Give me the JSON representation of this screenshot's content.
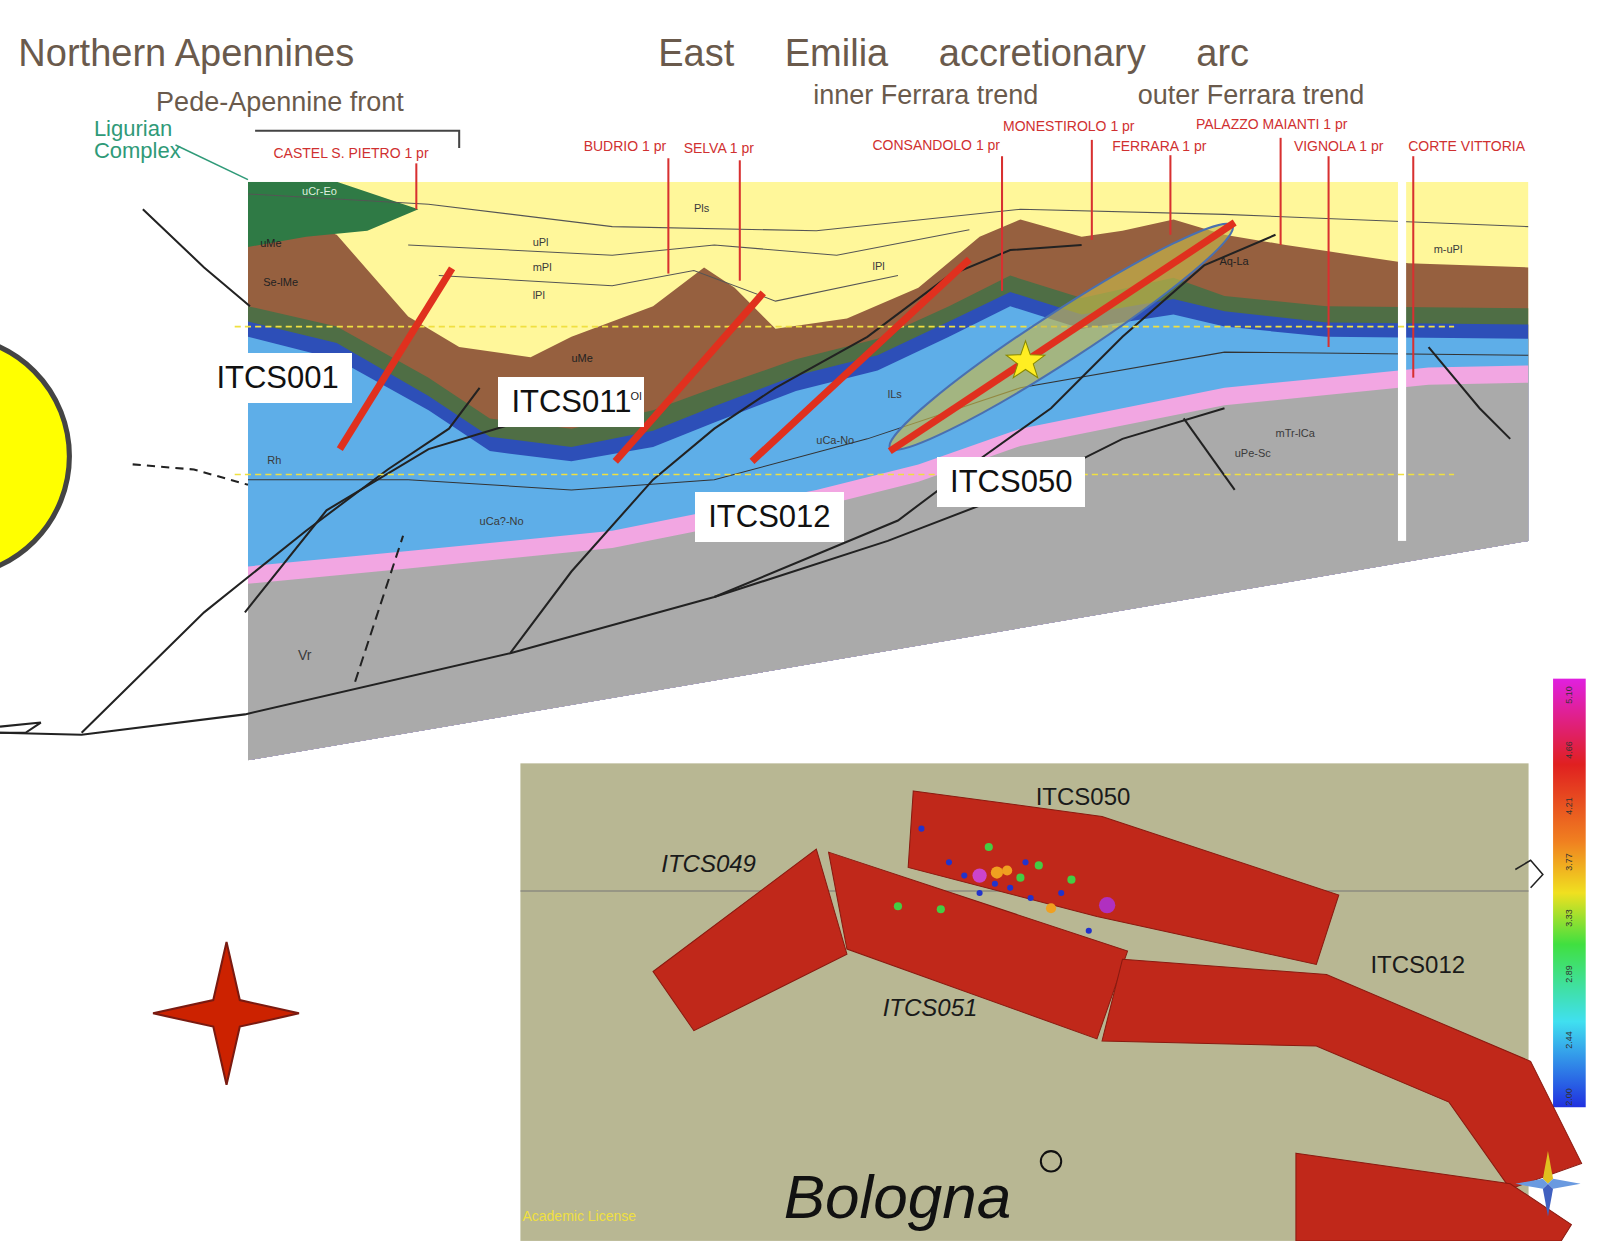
{
  "diagram": {
    "nodes": [
      {
        "text": [
          "ITCS001"
        ]
      },
      {
        "text": [
          "ITCS011"
        ]
      },
      {
        "text": [
          "ITCS012"
        ]
      },
      {
        "text": [
          "ITCS050"
        ]
      }
    ],
    "labels": [
      "Northern Apennines",
      "Pede-Apennine front",
      "Ligurian Complex",
      "East Emilia accretionary arc",
      "inner Ferrara trend",
      "outer Ferrara trend",
      "CASTEL S. PIETRO 1 pr",
      "BUDRIO 1 pr",
      "SELVA 1 pr",
      "CONSANDOLO 1 pr",
      "MONESTIROLO 1 pr",
      "FERRARA 1 pr",
      "PALAZZO MAIANTI 1 pr",
      "VIGNOLA 1 pr",
      "CORTE VITTORIA",
      "uCr-Eo",
      "Pls",
      "uPl",
      "mPl",
      "lPl",
      "lPl",
      "uMe",
      "Se-lMe",
      "uMe",
      "Ol",
      "Aq-La",
      "m-uPl",
      "Rh",
      "lLs",
      "uCa-No",
      "uCa?-No",
      "mTr-lCa",
      "uPe-Sc",
      "Vr",
      "ITCS050",
      "ITCS049",
      "ITCS051",
      "ITCS012",
      "Bologna",
      "Academic License",
      "5.10",
      "4.66",
      "4.21",
      "3.77",
      "3.33",
      "2.89",
      "2.44",
      "2.00"
    ]
  }
}
